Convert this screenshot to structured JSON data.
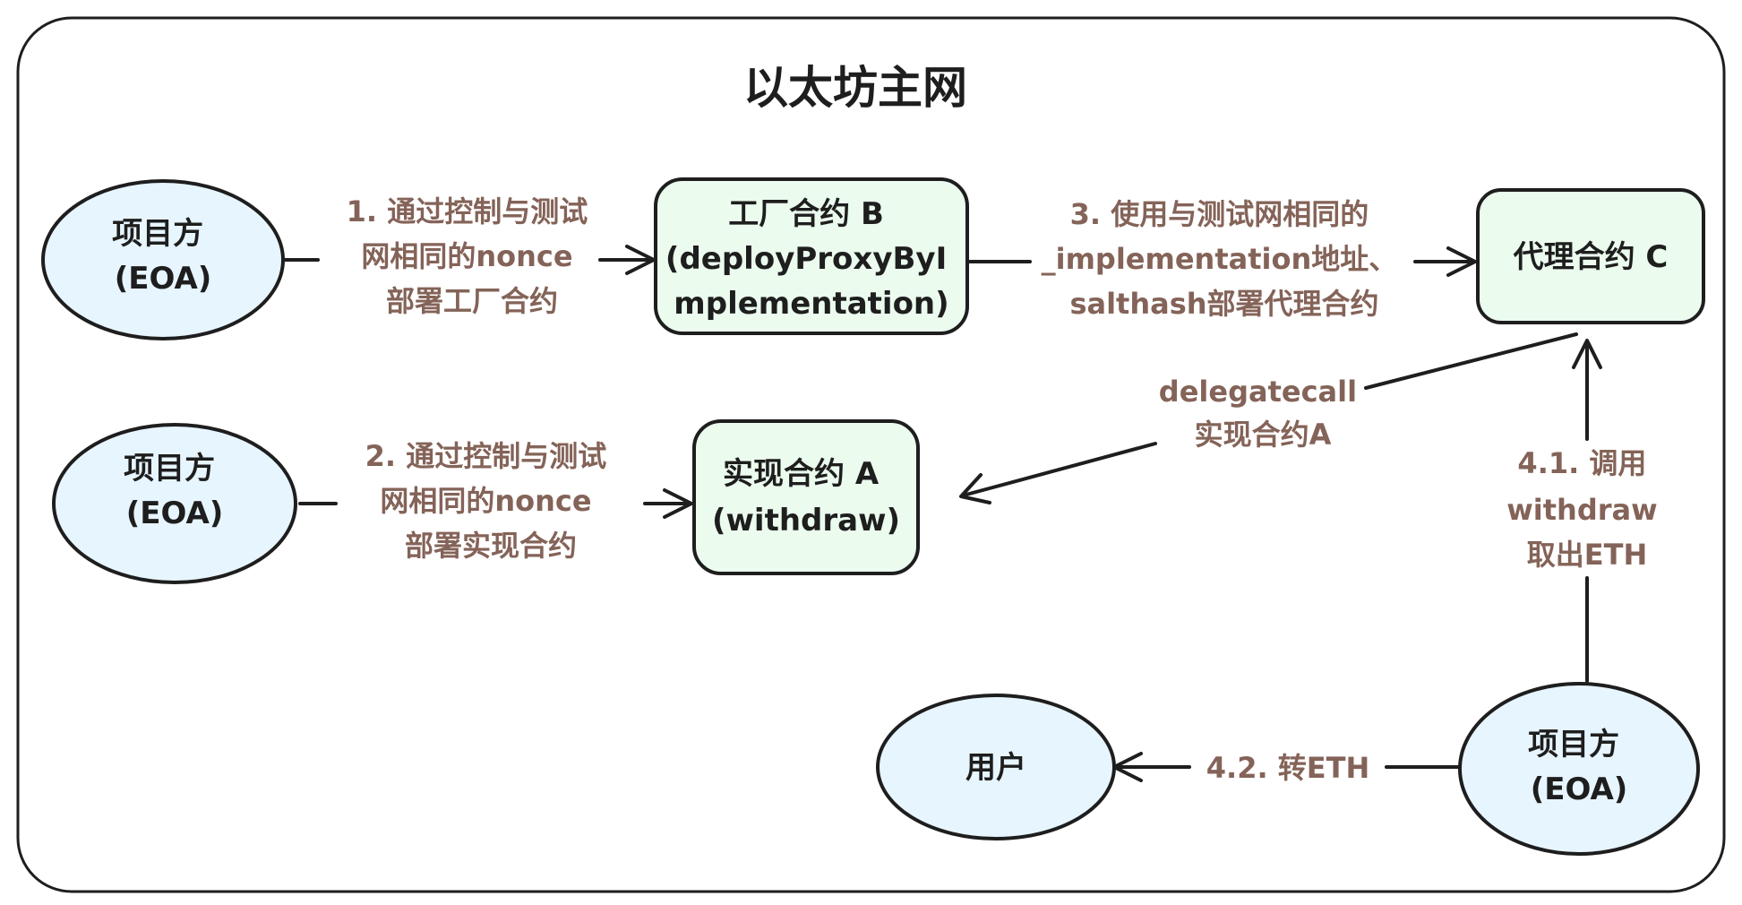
{
  "title": "以太坊主网",
  "colors": {
    "ellipse_fill": "#e7f5ff",
    "box_fill": "#ebfbee",
    "stroke": "#1e1e1e",
    "edge_label": "#846358"
  },
  "nodes": {
    "eoa1": {
      "lines": [
        "项目方",
        "(EOA)"
      ]
    },
    "eoa2": {
      "lines": [
        "项目方",
        "(EOA)"
      ]
    },
    "eoa3": {
      "lines": [
        "项目方",
        "(EOA)"
      ]
    },
    "user": {
      "lines": [
        "用户"
      ]
    },
    "factory": {
      "lines": [
        "工厂合约 B",
        "(deployProxyByI",
        "mplementation)"
      ]
    },
    "impl": {
      "lines": [
        "实现合约 A",
        "(withdraw)"
      ]
    },
    "proxy": {
      "lines": [
        "代理合约 C"
      ]
    }
  },
  "edges": {
    "e1": {
      "lines": [
        "1. 通过控制与测试",
        "网相同的nonce",
        "部署工厂合约"
      ]
    },
    "e2": {
      "lines": [
        "2. 通过控制与测试",
        "网相同的nonce",
        "部署实现合约"
      ]
    },
    "e3": {
      "lines": [
        "3. 使用与测试网相同的",
        "_implementation地址、",
        "salthash部署代理合约"
      ]
    },
    "delegate": {
      "lines": [
        "delegatecall",
        "实现合约A"
      ]
    },
    "e41": {
      "lines": [
        "4.1. 调用",
        "withdraw",
        "取出ETH"
      ]
    },
    "e42": {
      "lines": [
        "4.2. 转ETH"
      ]
    }
  }
}
